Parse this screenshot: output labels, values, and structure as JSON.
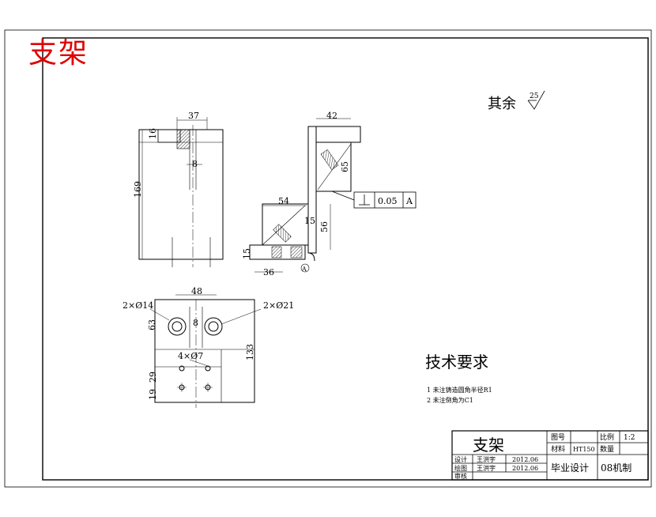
{
  "stamp": "支架",
  "surface_note": {
    "prefix": "其余",
    "roughness": "25"
  },
  "dimensions": {
    "front_width": "37",
    "front_top_h": "16",
    "front_height": "169",
    "front_slot": "8",
    "side_top_w": "42",
    "side_diag": "65",
    "side_mid_w": "54",
    "side_step": "15",
    "side_h": "56",
    "side_base_h": "15",
    "side_base_w": "36",
    "tolerance_value": "0.05",
    "tolerance_datum": "A",
    "datum_mark": "A",
    "plan_width": "48",
    "plan_slot": "8",
    "plan_top_offset": "63",
    "plan_total_h": "133",
    "hole_small": "2×Ø14",
    "hole_large": "2×Ø21",
    "hole_four": "4×Ø7",
    "plan_bottom_a": "29",
    "plan_bottom_b": "19"
  },
  "tech_requirements": {
    "title": "技术要求",
    "items": [
      "1 未注铸造圆角半径R1",
      "2 未注倒角为C1"
    ]
  },
  "title_block": {
    "part_name": "支架",
    "drawing_no_label": "图号",
    "material_label": "材料",
    "material": "HT150",
    "scale_label": "比例",
    "scale": "1:2",
    "quantity_label": "数量",
    "design_label": "设计",
    "drafter_label": "绘图",
    "review_label": "审核",
    "designer": "王洪宇",
    "drafter": "王洪宇",
    "design_date": "2012.06",
    "draw_date": "2012.06",
    "project": "毕业设计",
    "class": "08机制"
  }
}
